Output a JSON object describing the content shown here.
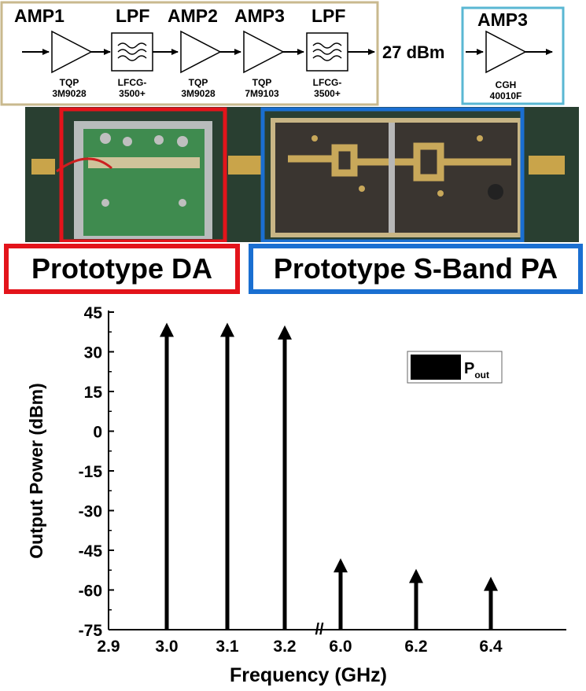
{
  "block_diagram": {
    "stages": [
      {
        "label": "AMP1",
        "part": [
          "TQP",
          "3M9028"
        ]
      },
      {
        "label": "LPF",
        "part": [
          "LFCG-",
          "3500+"
        ]
      },
      {
        "label": "AMP2",
        "part": [
          "TQP",
          "3M9028"
        ]
      },
      {
        "label": "AMP3",
        "part": [
          "TQP",
          "7M9103"
        ]
      },
      {
        "label": "LPF",
        "part": [
          "LFCG-",
          "3500+"
        ]
      }
    ],
    "output_level": "27 dBm",
    "pa_stage": {
      "label": "AMP3",
      "part": [
        "CGH",
        "40010F"
      ]
    }
  },
  "photo": {
    "da_label": "Prototype DA",
    "pa_label": "Prototype S-Band PA",
    "da_border_color": "#e3141b",
    "pa_border_color": "#1a6fd1"
  },
  "chart_data": {
    "type": "bar",
    "xlabel": "Frequency (GHz)",
    "ylabel": "Output Power (dBm)",
    "ylim": [
      -75,
      45
    ],
    "yticks": [
      45,
      30,
      15,
      0,
      -15,
      -30,
      -45,
      -60,
      -75
    ],
    "x_tick_labels": [
      "2.9",
      "3.0",
      "3.1",
      "3.2",
      "6.0",
      "6.2",
      "6.4"
    ],
    "axis_break": "//",
    "legend": {
      "label": "P",
      "subscript": "out",
      "placement": "top-right"
    },
    "categories": [
      "3.0",
      "3.1",
      "3.2",
      "6.0",
      "6.2",
      "6.4"
    ],
    "series": [
      {
        "name": "Pout",
        "values": [
          41,
          41,
          40,
          -48,
          -52,
          -55
        ]
      }
    ]
  }
}
